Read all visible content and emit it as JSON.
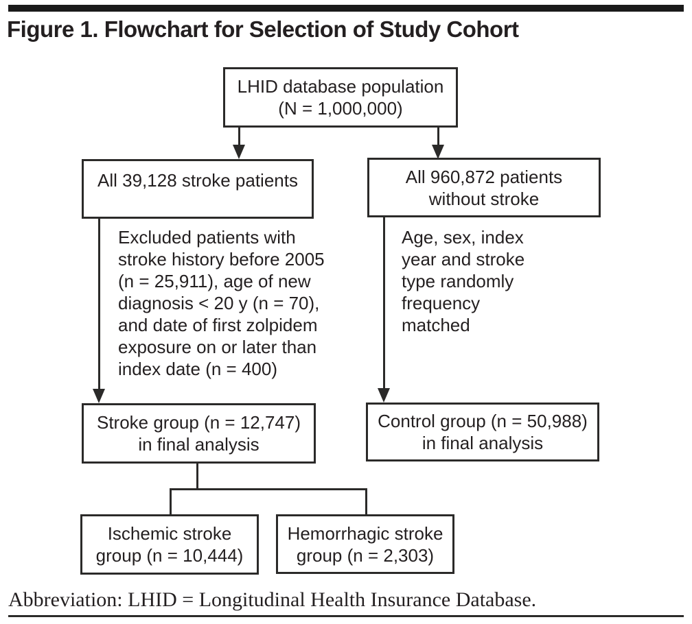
{
  "figure": {
    "title": "Figure 1. Flowchart for Selection of Study Cohort",
    "footnote": "Abbreviation: LHID = Longitudinal Health Insurance Database."
  },
  "flowchart": {
    "boxes": {
      "population": "LHID database population\n(N = 1,000,000)",
      "stroke_patients": "All 39,128 stroke patients",
      "without_stroke": "All 960,872 patients\nwithout stroke",
      "stroke_group": "Stroke group (n = 12,747)\nin final analysis",
      "control_group": "Control group (n = 50,988)\nin final analysis",
      "ischemic_group": "Ischemic stroke\ngroup (n = 10,444)",
      "hemorrhagic_group": "Hemorrhagic stroke\ngroup (n = 2,303)"
    },
    "annotations": {
      "exclusion": "Excluded patients with\nstroke history before 2005\n(n = 25,911), age of new\ndiagnosis < 20 y (n = 70),\nand date of first zolpidem\nexposure on or later than\nindex date (n = 400)",
      "matching": "Age, sex, index\nyear and stroke\ntype randomly\nfrequency\nmatched"
    }
  },
  "colors": {
    "ink": "#231f20",
    "line": "#2b2a29",
    "background": "#ffffff"
  }
}
